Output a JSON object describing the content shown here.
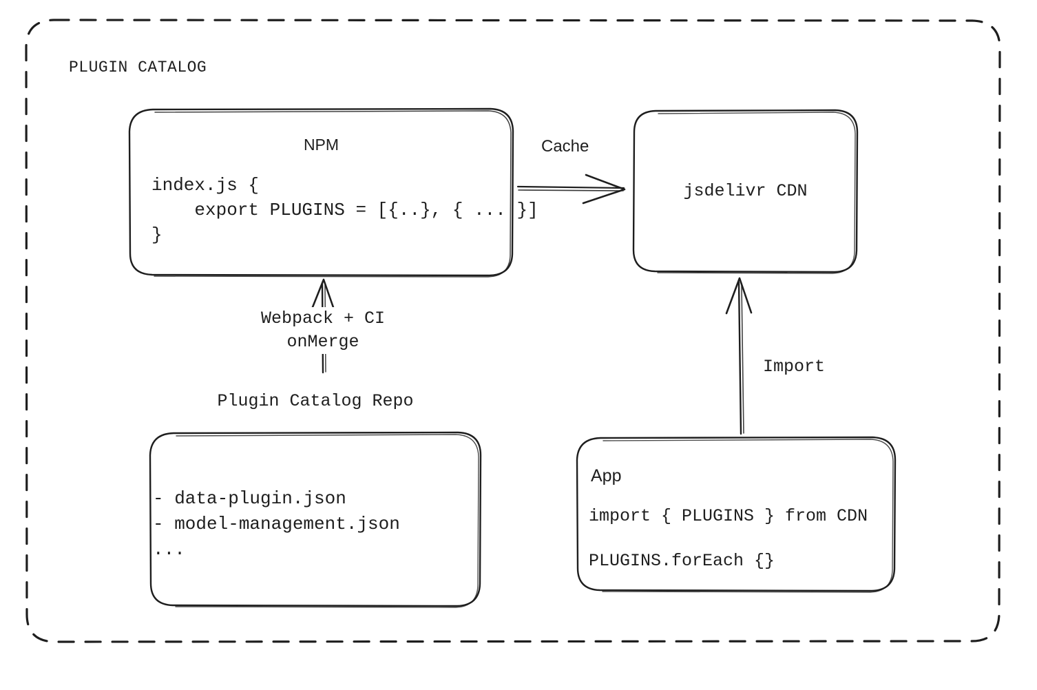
{
  "diagram": {
    "type": "architecture-flow",
    "container_label": "PLUGIN CATALOG",
    "background": "#ffffff",
    "stroke_color": "#1e1e1e",
    "style": "hand-drawn"
  },
  "nodes": {
    "npm": {
      "title": "NPM",
      "code_lines": "index.js {\n    export PLUGINS = [{..}, { ... }]\n}"
    },
    "cdn": {
      "title": "jsdelivr CDN"
    },
    "repo": {
      "caption": "Plugin Catalog Repo",
      "file_lines": "- data-plugin.json\n- model-management.json\n..."
    },
    "app": {
      "title": "App",
      "import_line": "import { PLUGINS } from CDN",
      "foreach_line": "PLUGINS.forEach {}"
    }
  },
  "edges": {
    "npm_to_cdn": {
      "label": "Cache",
      "from": "npm",
      "to": "cdn",
      "direction": "right"
    },
    "repo_to_npm": {
      "label": "Webpack + CI\nonMerge",
      "from": "repo",
      "to": "npm",
      "direction": "up"
    },
    "app_to_cdn": {
      "label": "Import",
      "from": "app",
      "to": "cdn",
      "direction": "up"
    }
  }
}
